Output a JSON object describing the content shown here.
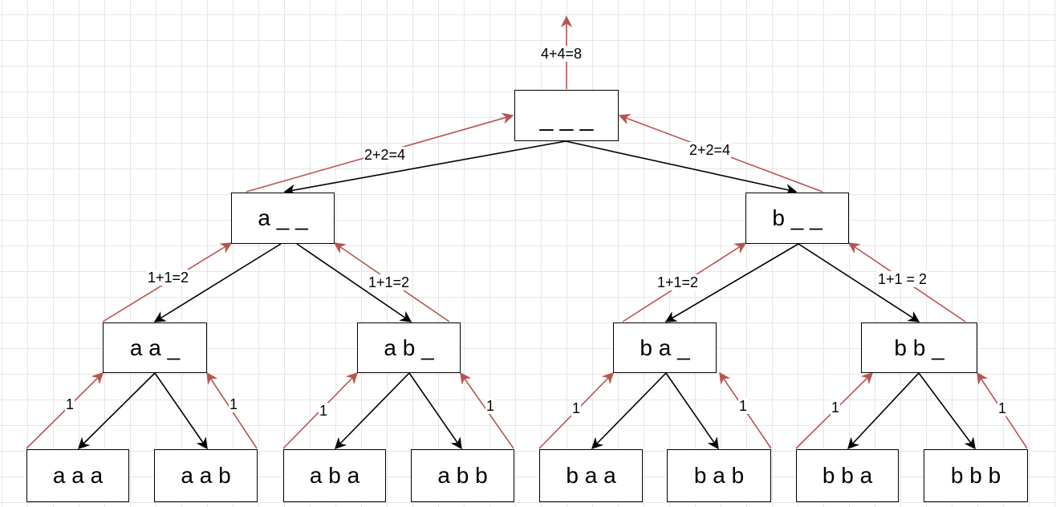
{
  "diagram": {
    "colors": {
      "down_edge": "#000000",
      "up_edge": "#b85450",
      "grid": "#e6e6e6"
    },
    "nodes": [
      {
        "id": "root",
        "text": "_ _ _"
      },
      {
        "id": "a",
        "text": "a _ _"
      },
      {
        "id": "b",
        "text": "b _ _"
      },
      {
        "id": "aa",
        "text": "a a _"
      },
      {
        "id": "ab",
        "text": "a b _"
      },
      {
        "id": "ba",
        "text": "b a _"
      },
      {
        "id": "bb",
        "text": "b b _"
      },
      {
        "id": "aaa",
        "text": "a a a"
      },
      {
        "id": "aab",
        "text": "a a b"
      },
      {
        "id": "aba",
        "text": "a b a"
      },
      {
        "id": "abb",
        "text": "a b b"
      },
      {
        "id": "baa",
        "text": "b a a"
      },
      {
        "id": "bab",
        "text": "b a b"
      },
      {
        "id": "bba",
        "text": "b b a"
      },
      {
        "id": "bbb",
        "text": "b b b"
      }
    ],
    "edge_labels": [
      {
        "id": "top",
        "text": "4+4=8"
      },
      {
        "id": "a-root",
        "text": "2+2=4"
      },
      {
        "id": "b-root",
        "text": "2+2=4"
      },
      {
        "id": "aa-a",
        "text": "1+1=2"
      },
      {
        "id": "ab-a",
        "text": "1+1=2"
      },
      {
        "id": "ba-b",
        "text": "1+1=2"
      },
      {
        "id": "bb-b",
        "text": "1+1 = 2"
      },
      {
        "id": "aaa-aa",
        "text": "1"
      },
      {
        "id": "aab-aa",
        "text": "1"
      },
      {
        "id": "aba-ab",
        "text": "1"
      },
      {
        "id": "abb-ab",
        "text": "1"
      },
      {
        "id": "baa-ba",
        "text": "1"
      },
      {
        "id": "bab-ba",
        "text": "1"
      },
      {
        "id": "bba-bb",
        "text": "1"
      },
      {
        "id": "bbb-bb",
        "text": "1"
      }
    ]
  }
}
